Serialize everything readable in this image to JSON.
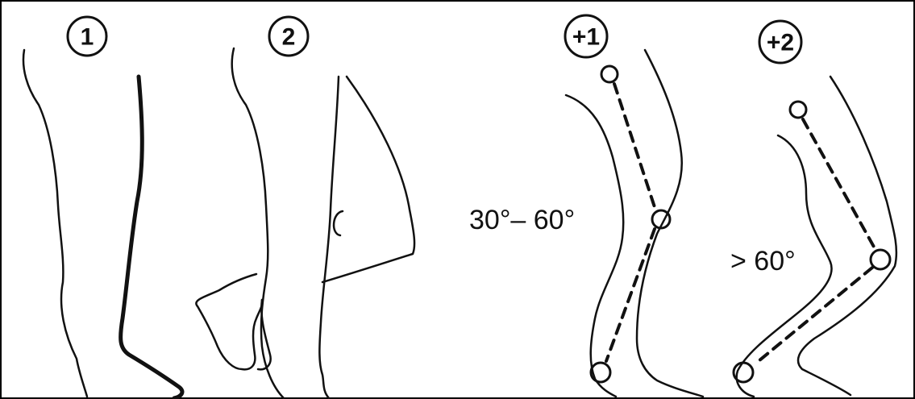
{
  "panels": [
    {
      "badge": "1"
    },
    {
      "badge": "2"
    },
    {
      "badge": "+1",
      "angle_label": "30°– 60°"
    },
    {
      "badge": "+2",
      "angle_label": "> 60°"
    }
  ],
  "colors": {
    "ink": "#111111",
    "background": "#ffffff",
    "border": "#000000"
  }
}
